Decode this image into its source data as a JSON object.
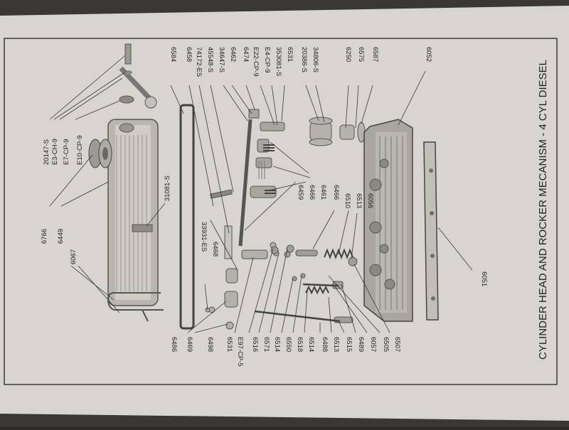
{
  "title": "CYLINDER HEAD AND ROCKER MECANISM - 4 CYL DIESEL",
  "part_labels": {
    "top": [
      "6584",
      "6458",
      "74172-ES",
      "45548-S",
      "34647-S",
      "6462",
      "6474",
      "E22-CP-9",
      "E4-CP-9",
      "353081-S",
      "6531",
      "20386-S",
      "34806-S",
      "6250",
      "6575",
      "6587",
      "6052"
    ],
    "left": [
      "20147-S",
      "E3-CH-9",
      "E7-CP-9",
      "E10-CP-9",
      "6766",
      "6449",
      "6067",
      "31081-S"
    ],
    "middle": [
      "6459",
      "6466",
      "6461",
      "6466",
      "6510",
      "6513",
      "6056",
      "33931-ES",
      "6468"
    ],
    "bottom": [
      "6486",
      "6469",
      "6498",
      "6531",
      "E97-CP-5",
      "6516",
      "6571",
      "6514",
      "6550",
      "6518",
      "6514",
      "6488",
      "6513",
      "6515",
      "6489",
      "6057",
      "6505",
      "6507"
    ],
    "right": [
      "6051"
    ]
  }
}
